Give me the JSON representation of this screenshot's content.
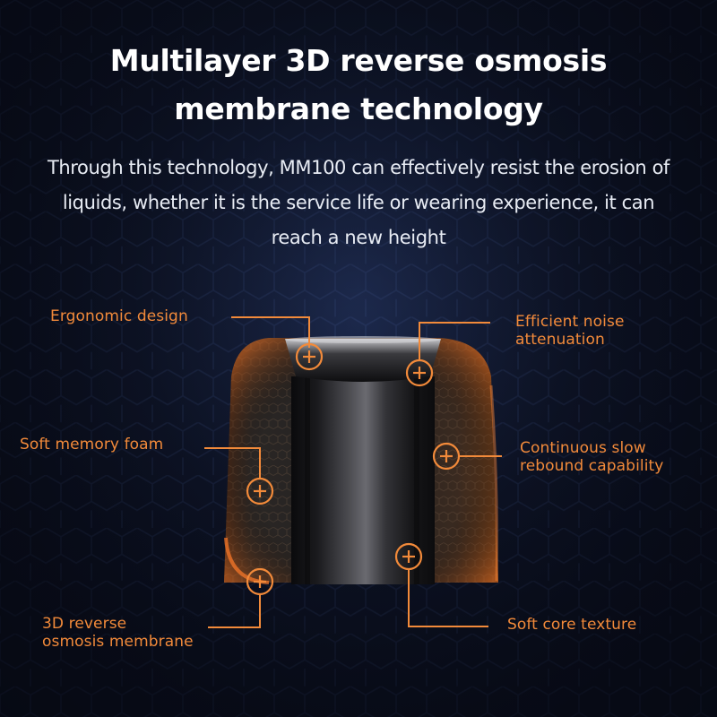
{
  "heading": {
    "line1": "Multilayer 3D reverse osmosis",
    "line2": "membrane technology"
  },
  "description": "Through this technology, MM100 can effectively resist the erosion of liquids, whether it is the service life or wearing experience, it can reach a new height",
  "callouts": {
    "ergonomic": {
      "line1": "Ergonomic design"
    },
    "noise": {
      "line1": "Efficient noise",
      "line2": "attenuation"
    },
    "foam": {
      "line1": "Soft memory foam"
    },
    "rebound": {
      "line1": "Continuous slow",
      "line2": "rebound capability"
    },
    "membrane": {
      "line1": "3D reverse",
      "line2": "osmosis membrane"
    },
    "core": {
      "line1": "Soft core texture"
    }
  },
  "colors": {
    "accent": "#f28a3a",
    "background": "#121a33",
    "text": "#ffffff"
  },
  "icons": {
    "hotspot": "plus-circle-icon"
  }
}
